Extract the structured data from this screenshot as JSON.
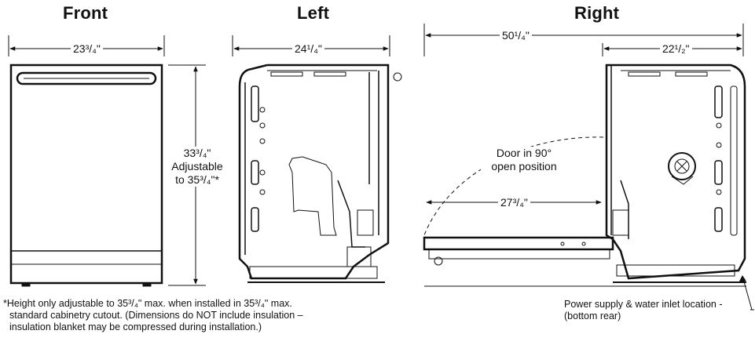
{
  "views": {
    "front": {
      "title": "Front",
      "width": "23³/₄\""
    },
    "left": {
      "title": "Left",
      "depth": "24¹/₄\"",
      "height_line1": "33³/₄\"",
      "height_line2": "Adjustable",
      "height_line3": "to 35³/₄\"*"
    },
    "right": {
      "title": "Right",
      "overall": "50¹/₄\"",
      "depth": "22¹/₂\"",
      "door_span": "27³/₄\"",
      "door_label_line1": "Door in 90°",
      "door_label_line2": "open position"
    }
  },
  "footnotes": {
    "height_line1": "*Height only adjustable to 35³/₄\" max. when installed in 35³/₄\" max.",
    "height_line2": "standard cabinetry cutout. (Dimensions do NOT include insulation –",
    "height_line3": "insulation blanket may be compressed during installation.)",
    "power_line1": "Power supply & water inlet location -",
    "power_line2": "(bottom rear)"
  }
}
